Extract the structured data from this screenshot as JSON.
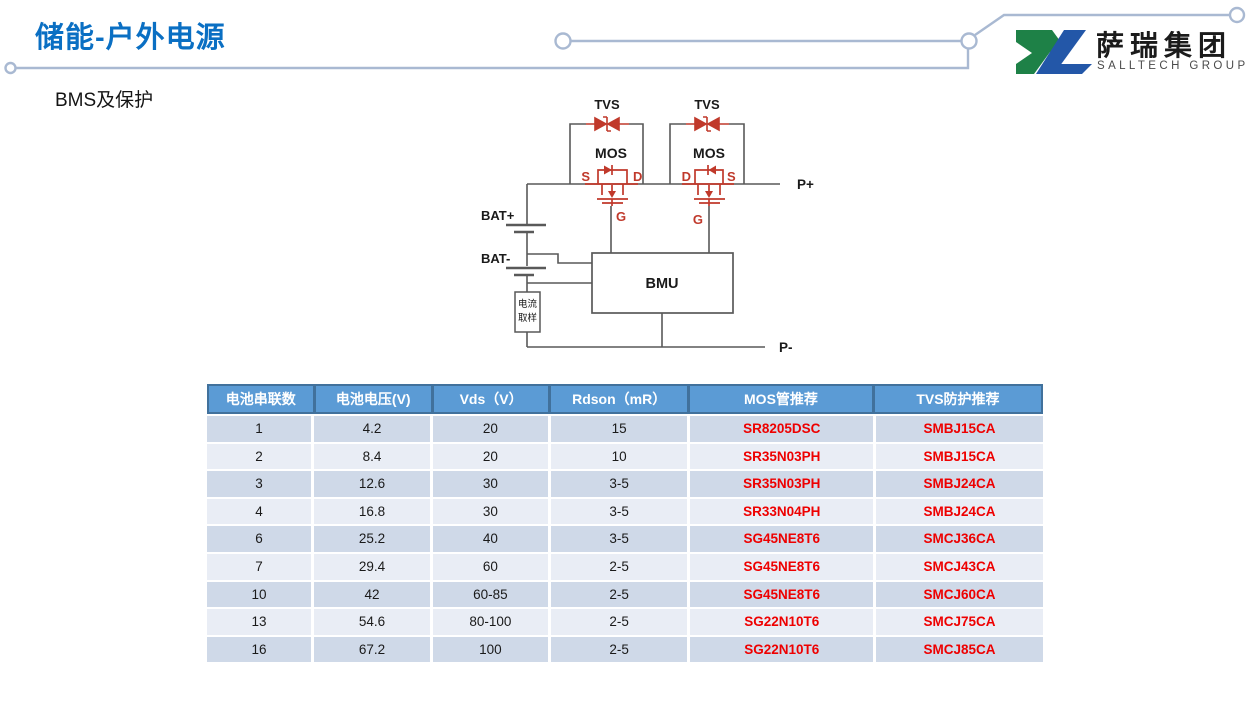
{
  "page": {
    "title": "储能-户外电源",
    "subtitle": "BMS及保护"
  },
  "logo": {
    "name": "萨瑞集团",
    "subtitle": "SALLTECH GROUP"
  },
  "circuit": {
    "tvs_label": "TVS",
    "mos_label": "MOS",
    "source_label": "S",
    "drain_label": "D",
    "gate_label": "G",
    "bat_plus_label": "BAT+",
    "bat_minus_label": "BAT-",
    "bmu_label": "BMU",
    "current_sample_line1": "电流",
    "current_sample_line2": "取样",
    "p_plus_label": "P+",
    "p_minus_label": "P-"
  },
  "table": {
    "headers": [
      "电池串联数",
      "电池电压(V)",
      "Vds（V）",
      "Rdson（mR）",
      "MOS管推荐",
      "TVS防护推荐"
    ],
    "rows": [
      [
        "1",
        "4.2",
        "20",
        "15",
        "SR8205DSC",
        "SMBJ15CA"
      ],
      [
        "2",
        "8.4",
        "20",
        "10",
        "SR35N03PH",
        "SMBJ15CA"
      ],
      [
        "3",
        "12.6",
        "30",
        "3-5",
        "SR35N03PH",
        "SMBJ24CA"
      ],
      [
        "4",
        "16.8",
        "30",
        "3-5",
        "SR33N04PH",
        "SMBJ24CA"
      ],
      [
        "6",
        "25.2",
        "40",
        "3-5",
        "SG45NE8T6",
        "SMCJ36CA"
      ],
      [
        "7",
        "29.4",
        "60",
        "2-5",
        "SG45NE8T6",
        "SMCJ43CA"
      ],
      [
        "10",
        "42",
        "60-85",
        "2-5",
        "SG45NE8T6",
        "SMCJ60CA"
      ],
      [
        "13",
        "54.6",
        "80-100",
        "2-5",
        "SG22N10T6",
        "SMCJ75CA"
      ],
      [
        "16",
        "67.2",
        "100",
        "2-5",
        "SG22N10T6",
        "SMCJ85CA"
      ]
    ]
  },
  "colors": {
    "title_blue": "#0a6fc3",
    "header_bg": "#5b9bd5",
    "header_border": "#41719c",
    "row_dark": "#cfd9e8",
    "row_light": "#e9edf5",
    "table_red": "#ee0000",
    "circuit_red": "#c0392b",
    "wire_gray": "#595959",
    "decor_line": "#a9b9d2",
    "logo_green": "#1e8147",
    "logo_blue": "#2357a8"
  }
}
